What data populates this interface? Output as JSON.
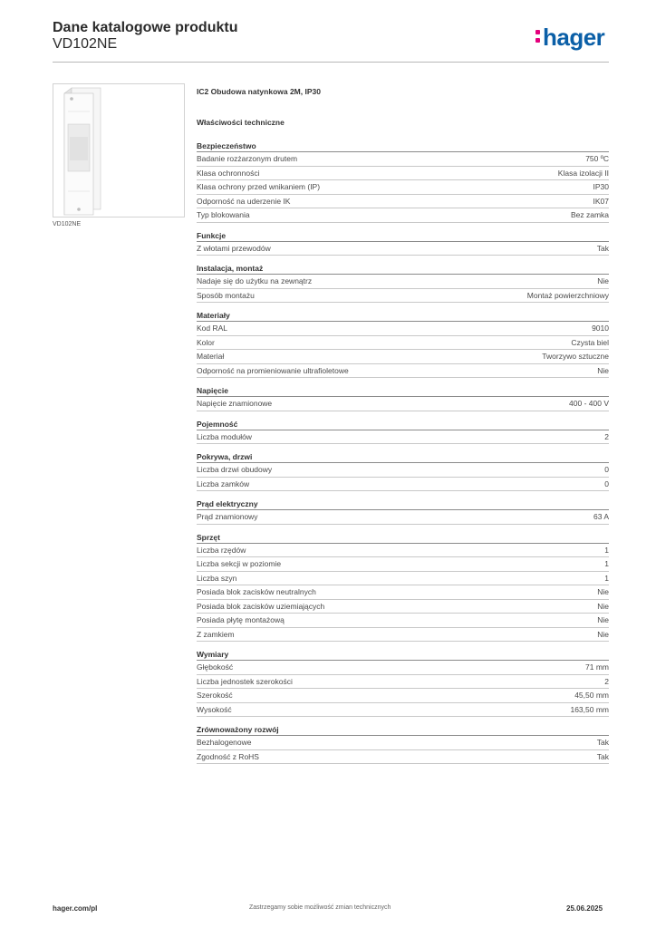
{
  "header": {
    "title": "Dane katalogowe produktu",
    "code": "VD102NE",
    "logo_text": "hager",
    "logo_color": "#0b5fa7",
    "logo_accent": "#e4007c"
  },
  "image": {
    "caption": "VD102NE"
  },
  "product": {
    "description": "IC2 Obudowa natynkowa 2M, IP30",
    "section": "Właściwości techniczne"
  },
  "groups": [
    {
      "title": "Bezpieczeństwo",
      "rows": [
        {
          "label": "Badanie rozżarzonym drutem",
          "value": "750 ºC"
        },
        {
          "label": "Klasa ochronności",
          "value": "Klasa izolacji II"
        },
        {
          "label": "Klasa ochrony przed wnikaniem (IP)",
          "value": "IP30"
        },
        {
          "label": "Odporność na uderzenie IK",
          "value": "IK07"
        },
        {
          "label": "Typ blokowania",
          "value": "Bez zamka"
        }
      ]
    },
    {
      "title": "Funkcje",
      "rows": [
        {
          "label": "Z włotami przewodów",
          "value": "Tak"
        }
      ]
    },
    {
      "title": "Instalacja, montaż",
      "rows": [
        {
          "label": "Nadaje się do użytku na zewnątrz",
          "value": "Nie"
        },
        {
          "label": "Sposób montażu",
          "value": "Montaż powierzchniowy"
        }
      ]
    },
    {
      "title": "Materiały",
      "rows": [
        {
          "label": "Kod RAL",
          "value": "9010"
        },
        {
          "label": "Kolor",
          "value": "Czysta biel"
        },
        {
          "label": "Materiał",
          "value": "Tworzywo sztuczne"
        },
        {
          "label": "Odporność na promieniowanie ultrafioletowe",
          "value": "Nie"
        }
      ]
    },
    {
      "title": "Napięcie",
      "rows": [
        {
          "label": "Napięcie znamionowe",
          "value": "400 - 400 V"
        }
      ]
    },
    {
      "title": "Pojemność",
      "rows": [
        {
          "label": "Liczba modułów",
          "value": "2"
        }
      ]
    },
    {
      "title": "Pokrywa, drzwi",
      "rows": [
        {
          "label": "Liczba drzwi obudowy",
          "value": "0"
        },
        {
          "label": "Liczba zamków",
          "value": "0"
        }
      ]
    },
    {
      "title": "Prąd elektryczny",
      "rows": [
        {
          "label": "Prąd znamionowy",
          "value": "63 A"
        }
      ]
    },
    {
      "title": "Sprzęt",
      "rows": [
        {
          "label": "Liczba rzędów",
          "value": "1"
        },
        {
          "label": "Liczba sekcji w poziomie",
          "value": "1"
        },
        {
          "label": "Liczba szyn",
          "value": "1"
        },
        {
          "label": "Posiada blok zacisków neutralnych",
          "value": "Nie"
        },
        {
          "label": "Posiada blok zacisków uziemiających",
          "value": "Nie"
        },
        {
          "label": "Posiada płytę montażową",
          "value": "Nie"
        },
        {
          "label": "Z zamkiem",
          "value": "Nie"
        }
      ]
    },
    {
      "title": "Wymiary",
      "rows": [
        {
          "label": "Głębokość",
          "value": "71 mm"
        },
        {
          "label": "Liczba jednostek szerokości",
          "value": "2"
        },
        {
          "label": "Szerokość",
          "value": "45,50 mm"
        },
        {
          "label": "Wysokość",
          "value": "163,50 mm"
        }
      ]
    },
    {
      "title": "Zrównoważony rozwój",
      "rows": [
        {
          "label": "Bezhalogenowe",
          "value": "Tak"
        },
        {
          "label": "Zgodność z RoHS",
          "value": "Tak"
        }
      ]
    }
  ],
  "footer": {
    "website": "hager.com/pl",
    "notice": "Zastrzegamy sobie możliwość zmian technicznych",
    "date": "25.06.2025"
  }
}
